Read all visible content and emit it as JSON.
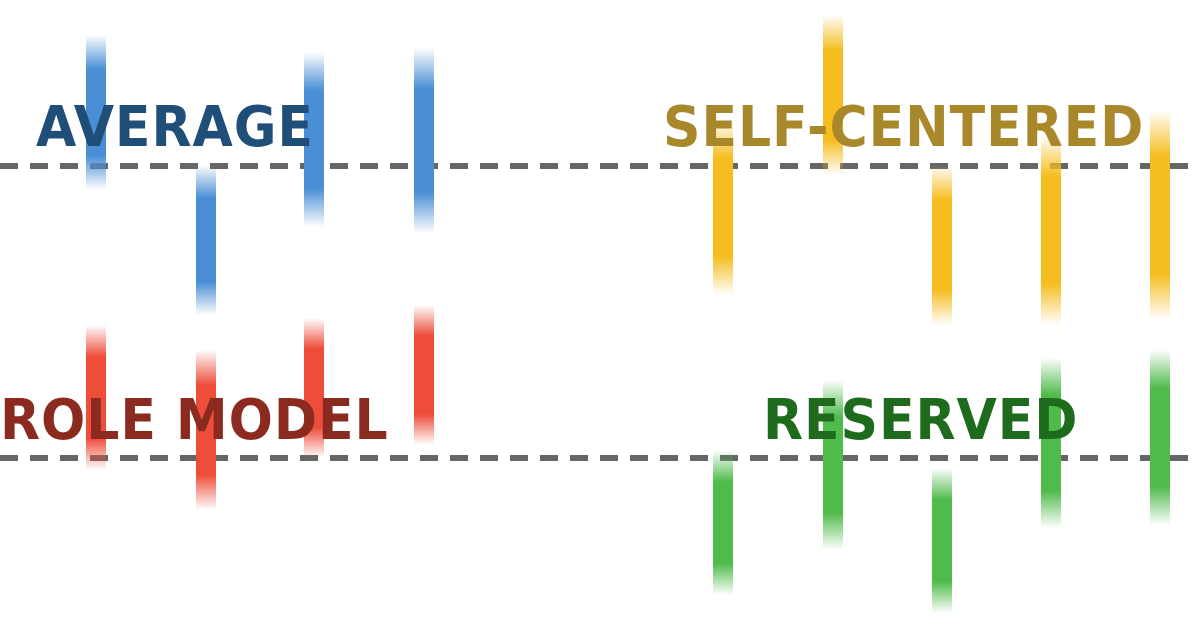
{
  "groups": [
    {
      "id": "average",
      "label": "AVERAGE",
      "label_color": "#1f4e79",
      "bar_color": "#4a8fd6",
      "bar_count": 4
    },
    {
      "id": "self-centered",
      "label": "SELF-CENTERED",
      "label_color": "#a8882a",
      "bar_color": "#f5bd1f",
      "bar_count": 5
    },
    {
      "id": "role-model",
      "label": "ROLE MODEL",
      "label_color": "#8b2a1e",
      "bar_color": "#ee4d3a",
      "bar_count": 4
    },
    {
      "id": "reserved",
      "label": "RESERVED",
      "label_color": "#1e6b1e",
      "bar_color": "#4fbb4a",
      "bar_count": 5
    }
  ],
  "dashed_line_color": "#666666"
}
